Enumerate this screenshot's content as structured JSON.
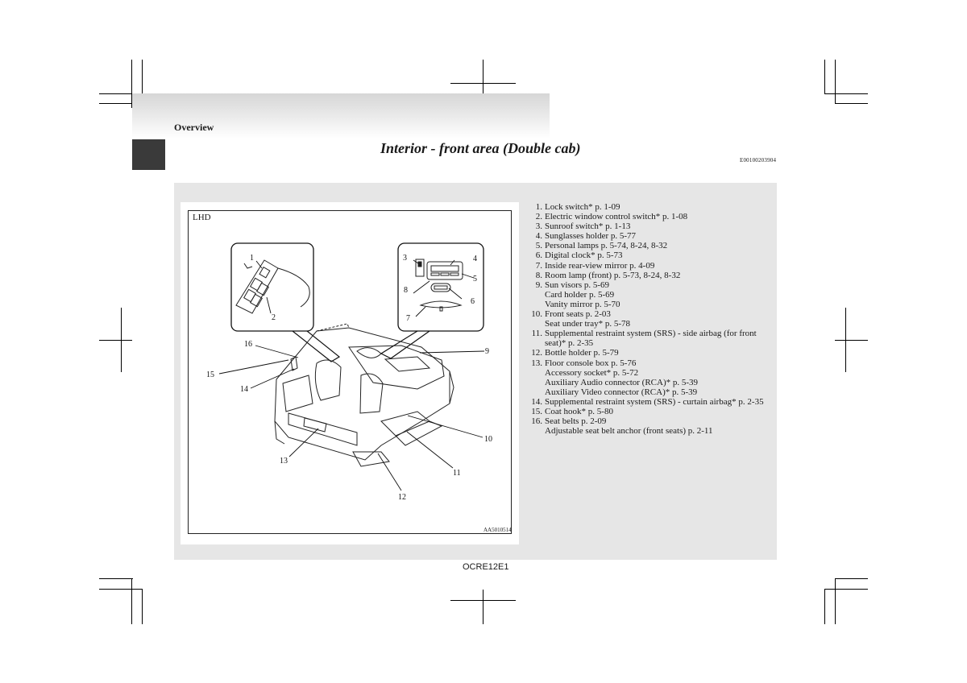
{
  "header": {
    "section": "Overview",
    "title": "Interior - front area (Double cab)",
    "ref_code": "E00100203904"
  },
  "figure": {
    "variant_label": "LHD",
    "figure_code": "AA5010514",
    "callouts": [
      "1",
      "2",
      "3",
      "4",
      "5",
      "6",
      "7",
      "8",
      "9",
      "10",
      "11",
      "12",
      "13",
      "14",
      "15",
      "16"
    ]
  },
  "items": [
    {
      "num": "1.",
      "lines": [
        "Lock switch* p. 1-09"
      ]
    },
    {
      "num": "2.",
      "lines": [
        "Electric window control switch* p. 1-08"
      ]
    },
    {
      "num": "3.",
      "lines": [
        "Sunroof switch* p. 1-13"
      ]
    },
    {
      "num": "4.",
      "lines": [
        "Sunglasses holder p. 5-77"
      ]
    },
    {
      "num": "5.",
      "lines": [
        "Personal lamps p. 5-74, 8-24, 8-32"
      ]
    },
    {
      "num": "6.",
      "lines": [
        "Digital clock* p. 5-73"
      ]
    },
    {
      "num": "7.",
      "lines": [
        "Inside rear-view mirror p. 4-09"
      ]
    },
    {
      "num": "8.",
      "lines": [
        "Room lamp (front) p. 5-73, 8-24, 8-32"
      ]
    },
    {
      "num": "9.",
      "lines": [
        "Sun visors p. 5-69",
        "Card holder p. 5-69",
        "Vanity mirror p. 5-70"
      ]
    },
    {
      "num": "10.",
      "lines": [
        "Front seats p. 2-03",
        "Seat under tray* p. 5-78"
      ]
    },
    {
      "num": "11.",
      "lines": [
        "Supplemental restraint system (SRS) - side airbag (for front",
        "seat)* p. 2-35"
      ]
    },
    {
      "num": "12.",
      "lines": [
        "Bottle holder p. 5-79"
      ]
    },
    {
      "num": "13.",
      "lines": [
        "Floor console box p. 5-76",
        "Accessory socket* p. 5-72",
        "Auxiliary Audio connector (RCA)* p. 5-39",
        "Auxiliary Video connector (RCA)* p. 5-39"
      ]
    },
    {
      "num": "14.",
      "lines": [
        "Supplemental restraint system (SRS) - curtain airbag* p. 2-35"
      ]
    },
    {
      "num": "15.",
      "lines": [
        "Coat hook* p. 5-80"
      ]
    },
    {
      "num": "16.",
      "lines": [
        "Seat belts p. 2-09",
        "Adjustable seat belt anchor (front seats) p. 2-11"
      ]
    }
  ],
  "footer": {
    "code": "OCRE12E1"
  },
  "colors": {
    "panel": "#e6e6e6",
    "tab": "#3a3a3a",
    "band": "#d6d6d6"
  }
}
